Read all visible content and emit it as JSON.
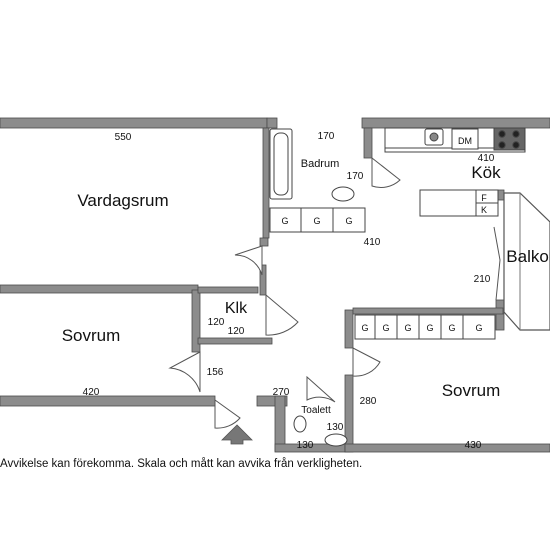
{
  "rooms": {
    "vardagsrum": "Vardagsrum",
    "badrum": "Badrum",
    "kok": "Kök",
    "balkong": "Balkong",
    "klk": "Klk",
    "sovrum1": "Sovrum",
    "sovrum2": "Sovrum",
    "toalett": "Toalett"
  },
  "dimensions": {
    "d550": "550",
    "d170a": "170",
    "d170b": "170",
    "d410a": "410",
    "d410b": "410",
    "d210": "210",
    "d120a": "120",
    "d120b": "120",
    "d156": "156",
    "d420": "420",
    "d270": "270",
    "d280": "280",
    "d130a": "130",
    "d130b": "130",
    "d430": "430"
  },
  "fixtures": {
    "dm": "DM",
    "f": "F",
    "k": "K",
    "g": "G"
  },
  "disclaimer": "Avvikelse kan förekomma. Skala och mått kan avvika från verkligheten."
}
